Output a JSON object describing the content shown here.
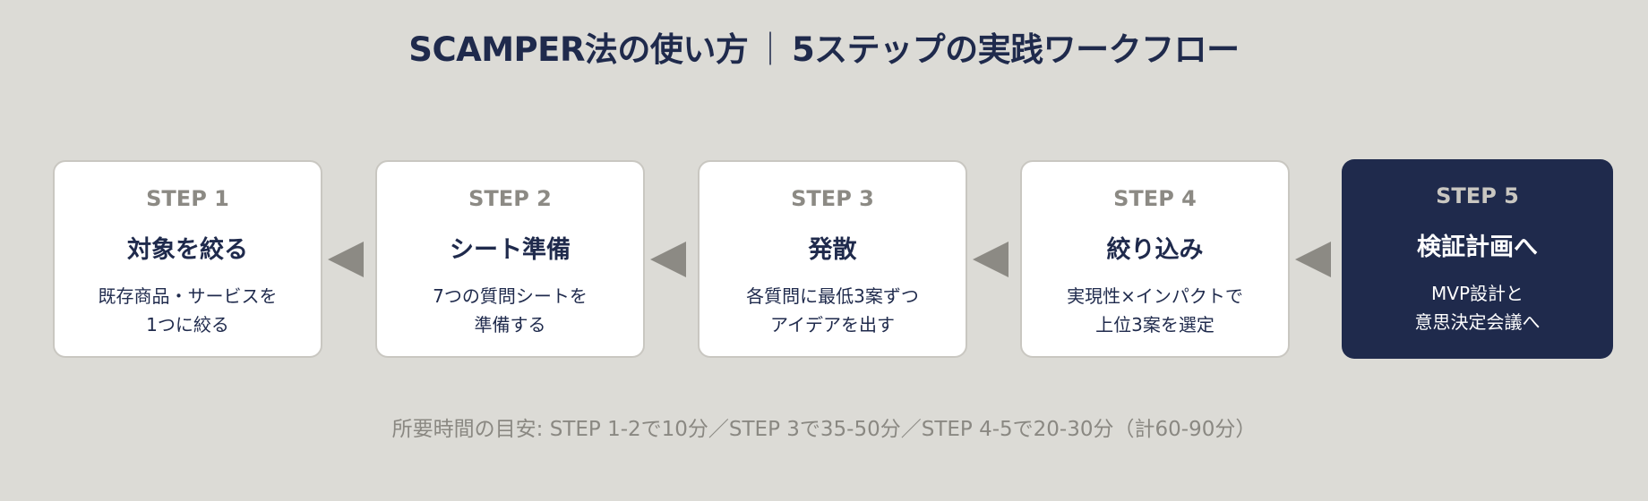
{
  "header": {
    "title_left": "SCAMPER法の使い方",
    "separator": "｜",
    "title_right": "5ステップの実践ワークフロー"
  },
  "steps": [
    {
      "label": "STEP 1",
      "title": "対象を絞る",
      "description": [
        "既存商品・サービスを",
        "1つに絞る"
      ],
      "highlighted": false
    },
    {
      "label": "STEP 2",
      "title": "シート準備",
      "description": [
        "7つの質問シートを",
        "準備する"
      ],
      "highlighted": false
    },
    {
      "label": "STEP 3",
      "title": "発散",
      "description": [
        "各質問に最低3案ずつ",
        "アイデアを出す"
      ],
      "highlighted": false
    },
    {
      "label": "STEP 4",
      "title": "絞り込み",
      "description": [
        "実現性×インパクトで",
        "上位3案を選定"
      ],
      "highlighted": false
    },
    {
      "label": "STEP 5",
      "title": "検証計画へ",
      "description": [
        "MVP設計と",
        "意思決定会議へ"
      ],
      "highlighted": true
    }
  ],
  "connectors": {
    "icon": "triangle-left-arrow",
    "count": 4
  },
  "footer": {
    "note": "所要時間の目安: STEP 1-2で10分／STEP 3で35-50分／STEP 4-5で20-30分（計60-90分）"
  },
  "colors": {
    "background": "#dcdbd6",
    "navy": "#1f2a4c",
    "card_border": "#c9c7c1",
    "step_label_grey": "#8c8a84",
    "arrow_grey": "#8c8a84",
    "footer_grey": "#8a8882",
    "card_bg": "#ffffff"
  }
}
